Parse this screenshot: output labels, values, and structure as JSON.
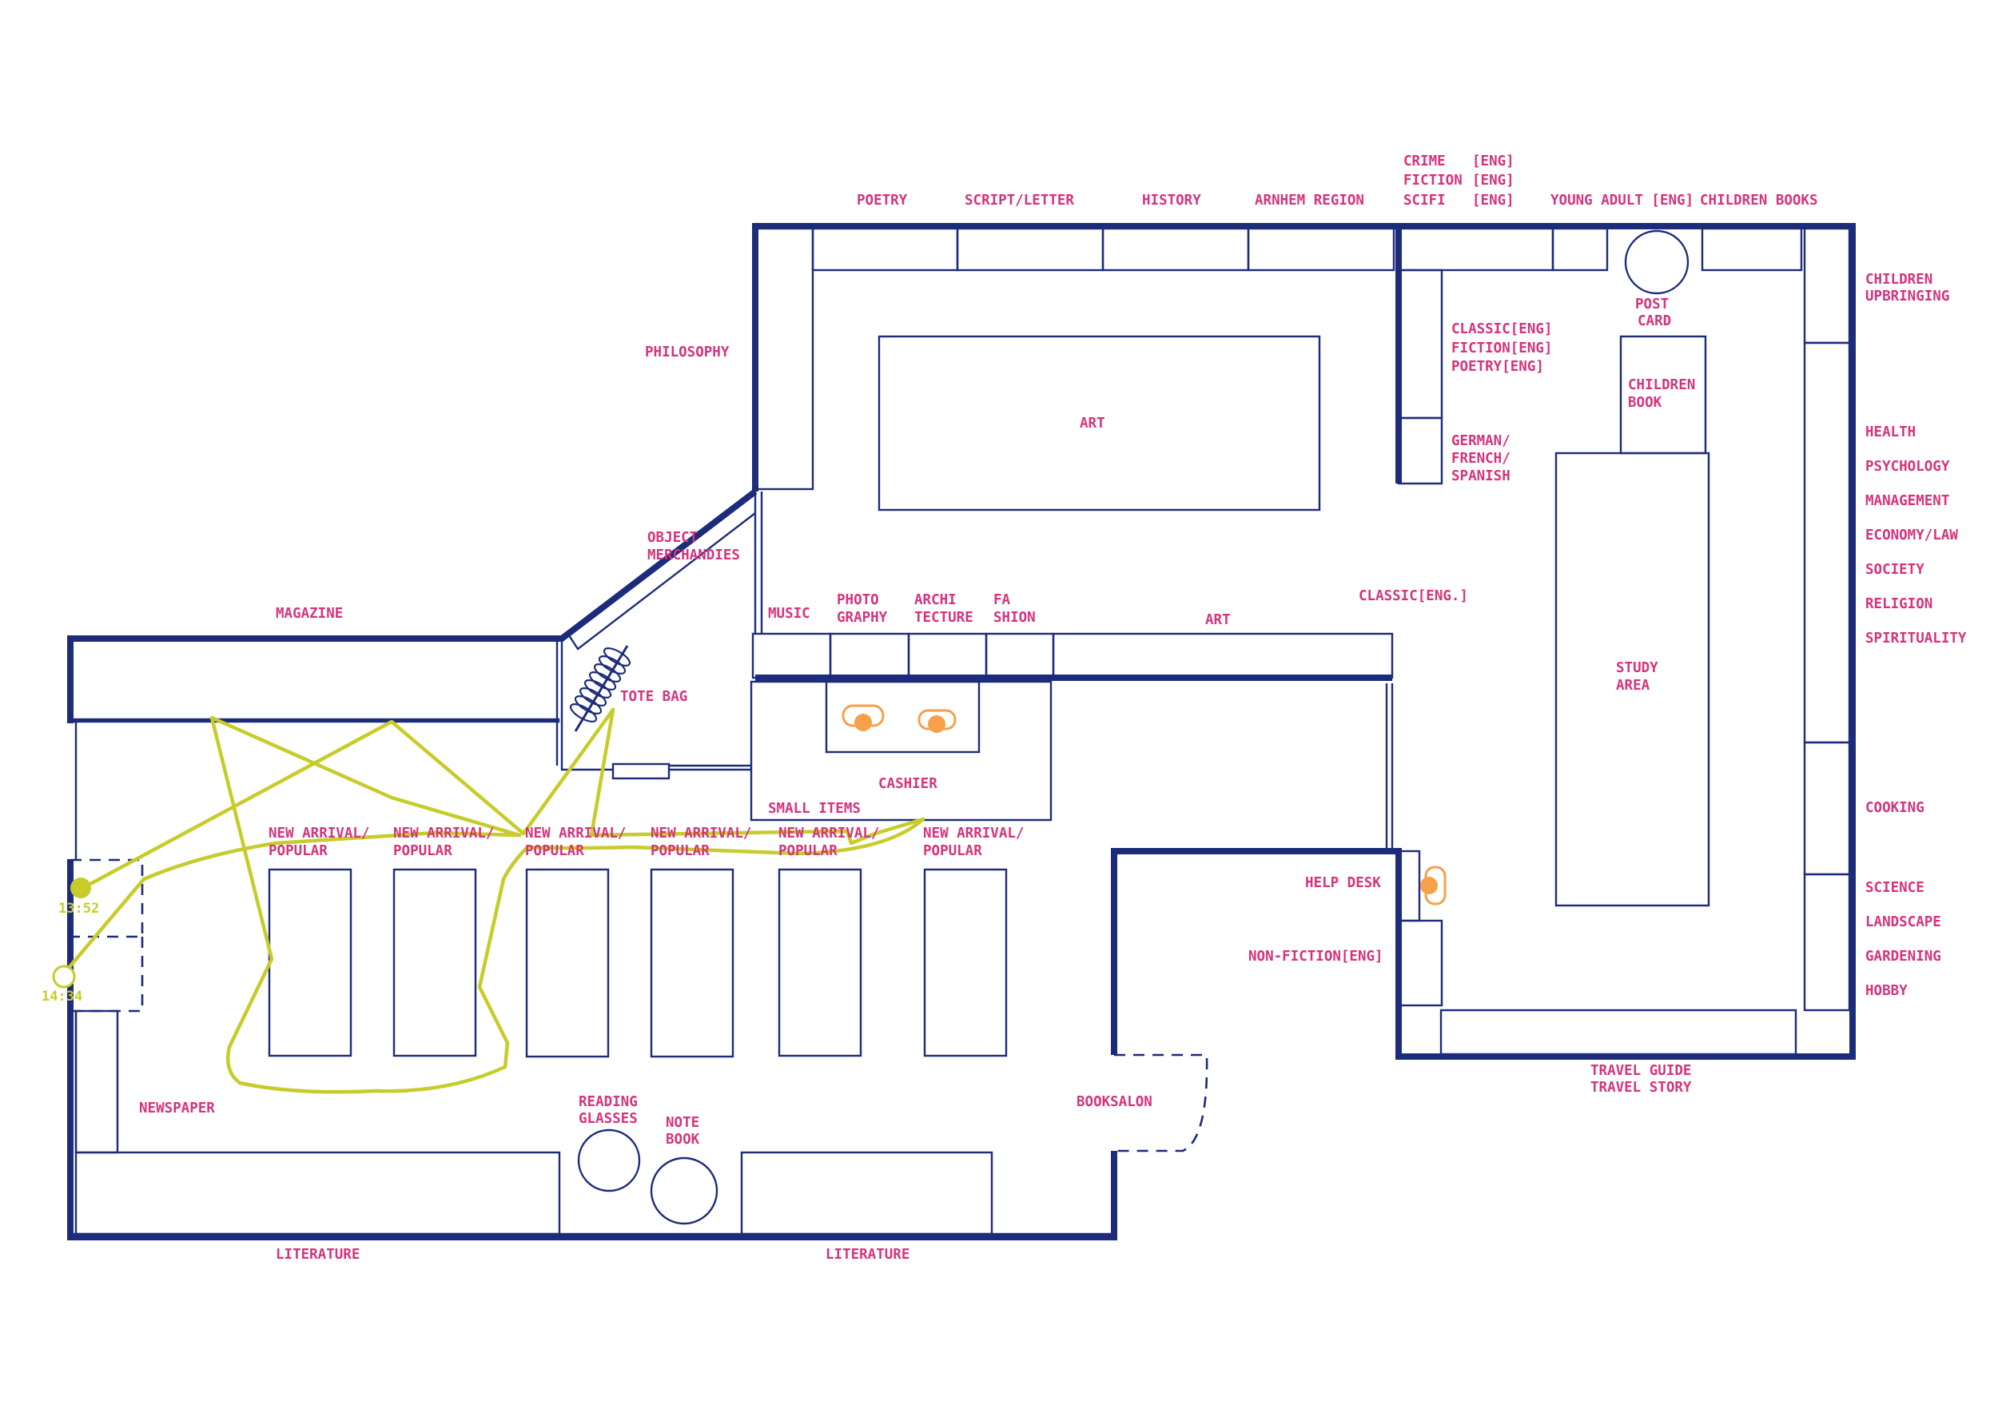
{
  "colors": {
    "wall": "#1c2c7a",
    "label": "#d6337c",
    "route": "#c7cc2a",
    "seat": "#f6a04a",
    "background": "#ffffff"
  },
  "labels": {
    "poetry": "POETRY",
    "script_letter": "SCRIPT/LETTER",
    "history": "HISTORY",
    "arnhem_region": "ARNHEM REGION",
    "crime": "CRIME",
    "crime_eng": "[ENG]",
    "fiction": "FICTION",
    "fiction_eng": "[ENG]",
    "scifi": "SCIFI",
    "scifi_eng": "[ENG]",
    "young_adult": "YOUNG ADULT [ENG]",
    "children_books": "CHILDREN BOOKS",
    "children_upbringing_1": "CHILDREN",
    "children_upbringing_2": "UPBRINGING",
    "philosophy": "PHILOSOPHY",
    "post_card_1": "POST",
    "post_card_2": "CARD",
    "classic_eng_block_1": "CLASSIC[ENG]",
    "classic_eng_block_2": "FICTION[ENG]",
    "classic_eng_block_3": "POETRY[ENG]",
    "children_book_1": "CHILDREN",
    "children_book_2": "BOOK",
    "art_table": "ART",
    "german_1": "GERMAN/",
    "german_2": "FRENCH/",
    "german_3": "SPANISH",
    "health": "HEALTH",
    "psychology": "PSYCHOLOGY",
    "management": "MANAGEMENT",
    "economy_law": "ECONOMY/LAW",
    "society": "SOCIETY",
    "religion": "RELIGION",
    "spirituality": "SPIRITUALITY",
    "object_merch_1": "OBJECT",
    "object_merch_2": "MERCHANDIES",
    "classic_eng_dot": "CLASSIC[ENG.]",
    "magazine": "MAGAZINE",
    "music": "MUSIC",
    "photography_1": "PHOTO",
    "photography_2": "GRAPHY",
    "architecture_1": "ARCHI",
    "architecture_2": "TECTURE",
    "fashion_1": "FA",
    "fashion_2": "SHION",
    "art_shelf": "ART",
    "study_area_1": "STUDY",
    "study_area_2": "AREA",
    "tote_bag": "TOTE BAG",
    "cashier": "CASHIER",
    "small_items": "SMALL ITEMS",
    "cooking": "COOKING",
    "new_arrival_1": "NEW ARRIVAL/",
    "new_arrival_2": "POPULAR",
    "help_desk": "HELP DESK",
    "science": "SCIENCE",
    "landscape": "LANDSCAPE",
    "gardening": "GARDENING",
    "hobby": "HOBBY",
    "non_fiction": "NON-FICTION[ENG]",
    "travel_guide": "TRAVEL GUIDE",
    "travel_story": "TRAVEL STORY",
    "newspaper": "NEWSPAPER",
    "reading_glasses_1": "READING",
    "reading_glasses_2": "GLASSES",
    "note_book_1": "NOTE",
    "note_book_2": "BOOK",
    "booksalon": "BOOKSALON",
    "literature_left": "LITERATURE",
    "literature_right": "LITERATURE"
  },
  "route_times": {
    "entry": "13:52",
    "exit": "14:34"
  }
}
